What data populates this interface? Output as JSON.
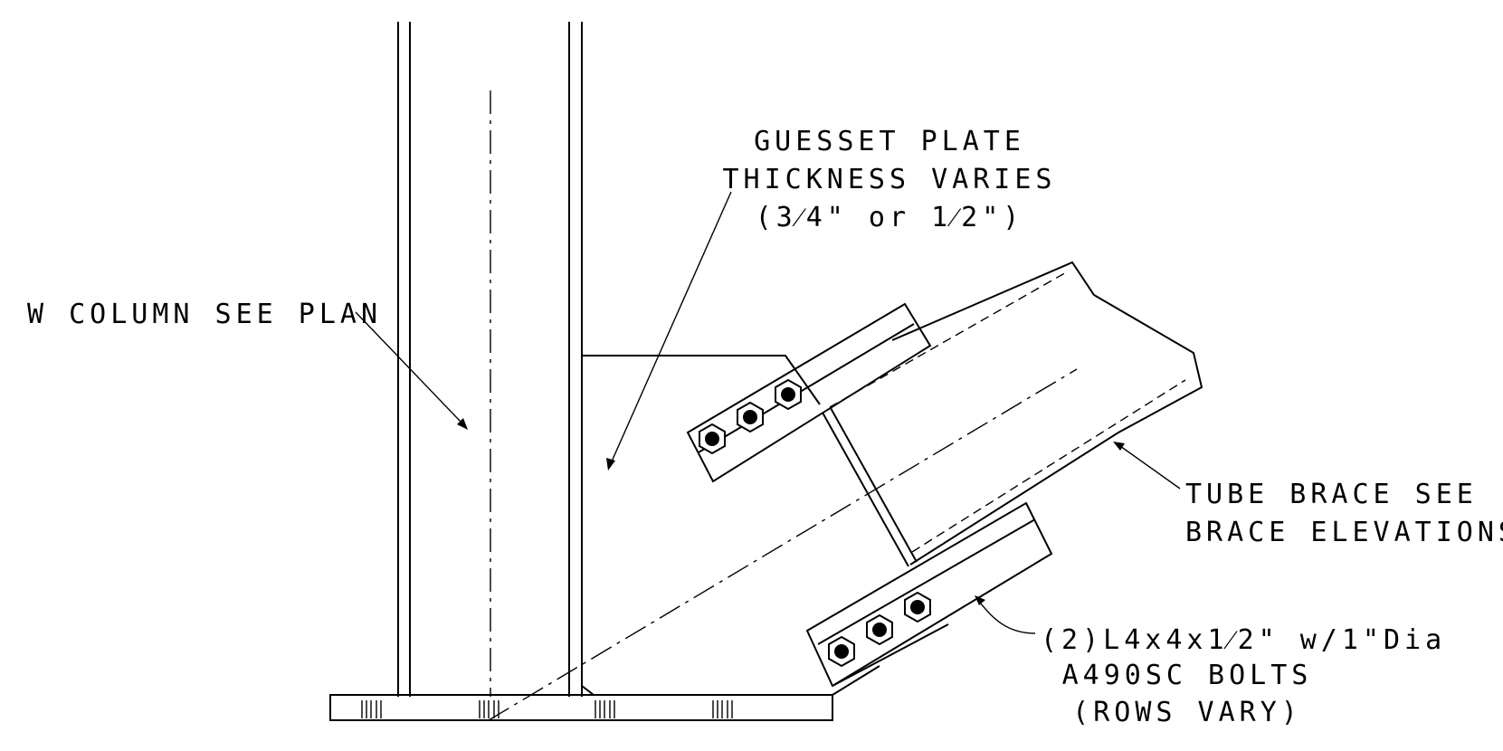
{
  "labels": {
    "gusset_line1": "GUESSET PLATE",
    "gusset_line2": "THICKNESS VARIES",
    "gusset_line3": "(3⁄4\" or 1⁄2\")",
    "column": "W COLUMN SEE PLAN",
    "tube_line1": "TUBE BRACE SEE",
    "tube_line2": "BRACE ELEVATIONS",
    "angle_line1": "(2)L4x4x1⁄2\" w/1\"Dia",
    "angle_line2": "A490SC BOLTS",
    "angle_line3": "(ROWS VARY)"
  },
  "icons": [
    "bolt-icon",
    "leader-arrow-icon"
  ],
  "colors": {
    "line": "#000000",
    "background": "#ffffff"
  }
}
